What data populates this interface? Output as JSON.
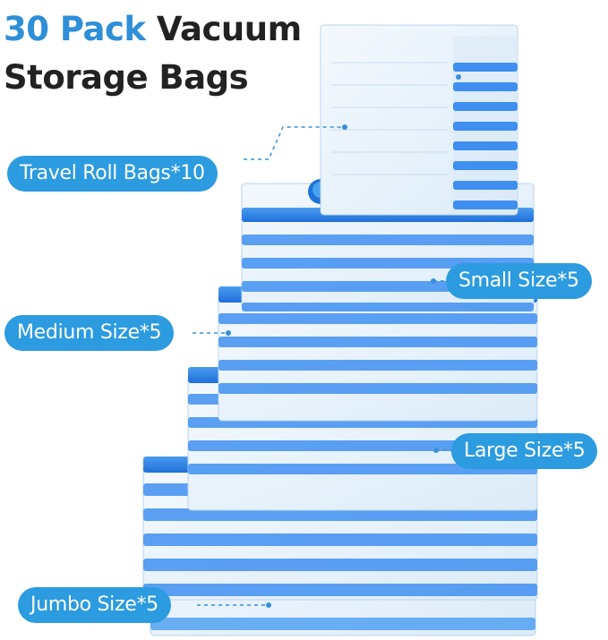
{
  "headline": {
    "accent": "30 Pack",
    "rest": " Vacuum",
    "line2": "Storage Bags"
  },
  "labels": {
    "travel": "Travel Roll Bags*10",
    "small": "Small Size*5",
    "medium": "Medium Size*5",
    "large": "Large Size*5",
    "jumbo": "Jumbo Size*5"
  },
  "colors": {
    "accent": "#2f8fd8",
    "pill": "#2c9be0",
    "bag_zipper": "#2f7fe6",
    "bag_film": "#eaf3fb"
  }
}
